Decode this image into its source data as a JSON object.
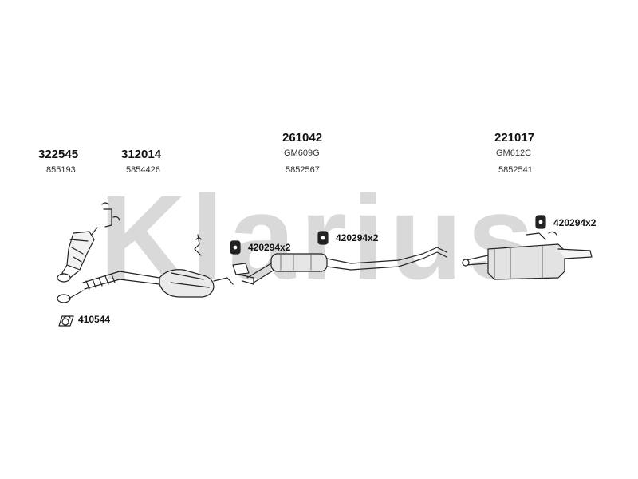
{
  "watermark": {
    "text": "Klarius"
  },
  "parts": [
    {
      "part_number": "322545",
      "oe": "855193"
    },
    {
      "part_number": "312014",
      "oe": "5854426"
    },
    {
      "part_number": "261042",
      "model": "GM609G",
      "oe": "5852567"
    },
    {
      "part_number": "221017",
      "model": "GM612C",
      "oe": "5852541"
    }
  ],
  "callouts": [
    {
      "text": "420294x2"
    },
    {
      "text": "420294x2"
    },
    {
      "text": "420294x2"
    },
    {
      "text": "410544"
    }
  ]
}
